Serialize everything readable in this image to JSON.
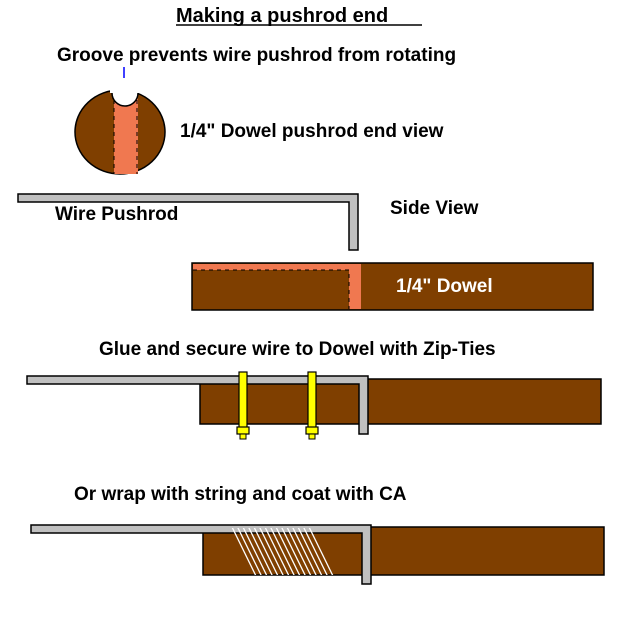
{
  "title": "Making a pushrod end",
  "labels": {
    "groove_note": "Groove prevents wire pushrod from rotating",
    "end_view": "1/4\" Dowel pushrod end view",
    "wire_pushrod": "Wire Pushrod",
    "side_view": "Side View",
    "dowel": "1/4\" Dowel",
    "step_zip": "Glue and secure wire to Dowel with Zip-Ties",
    "step_string": "Or wrap with string and coat with CA"
  },
  "colors": {
    "dowel": "#7f3f00",
    "groove": "#f07850",
    "wire": "#c0c0c0",
    "zip_tie": "#ffff00",
    "string": "#ffffff",
    "arrow": "#0000ff",
    "outline": "#000000"
  },
  "string_wraps": 15
}
